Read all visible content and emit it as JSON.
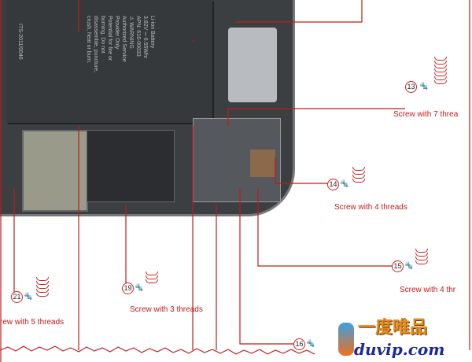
{
  "battery": {
    "lines": [
      "Li-ion Battery",
      "3.82V ⎓ 6.55Whr",
      "APN: 616-00033",
      "⚠ WARNING",
      "Authorized Service",
      "Provider Only",
      "Potential for fire or",
      "burning. Do not",
      "disassemble, puncture,",
      "crush, heat or burn."
    ],
    "reg": "ITS-2011/0046"
  },
  "callouts": [
    {
      "num": "13",
      "text": "Screw with 7 threa"
    },
    {
      "num": "14",
      "text": "Screw with 4 threads"
    },
    {
      "num": "15",
      "text": "Screw with 4 thr"
    },
    {
      "num": "16",
      "text": ""
    },
    {
      "num": "19",
      "text": "Screw with 3 threads"
    },
    {
      "num": "21",
      "text": "rew with 5 threads"
    }
  ],
  "watermark": {
    "cn": "一度唯品",
    "en": "duvip.com"
  },
  "colors": {
    "line": "#c21a1a",
    "body": "#3c3f42"
  }
}
